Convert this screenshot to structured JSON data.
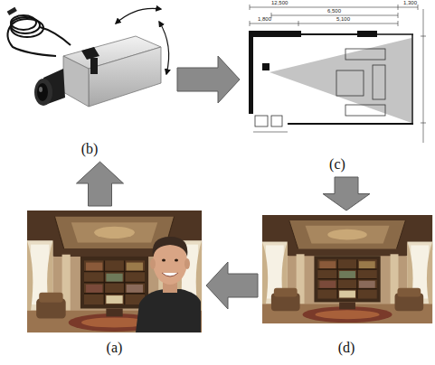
{
  "diagram": {
    "nodes": [
      {
        "text": [
          "(b)"
        ]
      },
      {
        "text": [
          "(c)"
        ]
      },
      {
        "text": [
          "(a)"
        ]
      },
      {
        "text": [
          "(d)"
        ]
      }
    ],
    "edges": [
      {
        "from": 0,
        "to": 1,
        "arrow": "to"
      },
      {
        "from": 1,
        "to": 3,
        "arrow": "to"
      },
      {
        "from": 3,
        "to": 2,
        "arrow": "to"
      },
      {
        "from": 2,
        "to": 0,
        "arrow": "to"
      }
    ],
    "labels": [
      "12,500",
      "1,300",
      "6,500",
      "1,800",
      "5,100"
    ]
  }
}
